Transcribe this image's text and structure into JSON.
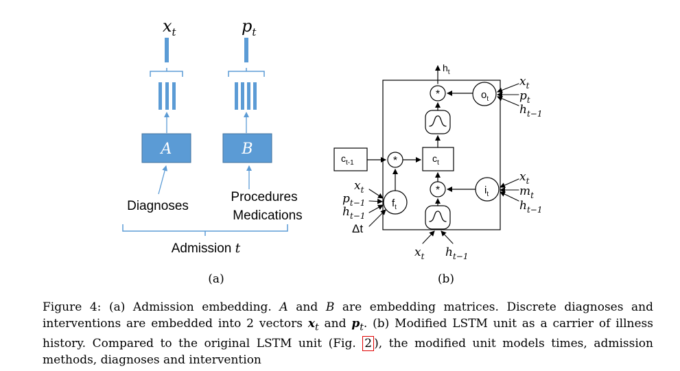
{
  "panel_a": {
    "out_left": "x",
    "out_left_sub": "t",
    "out_right": "p",
    "out_right_sub": "t",
    "matrix_a": "A",
    "matrix_b": "B",
    "input_left": "Diagnoses",
    "input_right_1": "Procedures",
    "input_right_2": "Medications",
    "admission_label": "Admission ",
    "admission_var": "t",
    "sublabel": "(a)"
  },
  "panel_b": {
    "h_out": "h",
    "h_out_sub": "t",
    "o_gate": "o",
    "o_gate_sub": "t",
    "c_prev": "c",
    "c_prev_sub": "t-1",
    "c_cell": "c",
    "c_cell_sub": "t",
    "f_gate": "f",
    "f_gate_sub": "t",
    "i_gate": "i",
    "i_gate_sub": "t",
    "mult": "*",
    "o_inputs": [
      {
        "v": "x",
        "s": "t"
      },
      {
        "v": "p",
        "s": "t"
      },
      {
        "v": "h",
        "s": "t−1"
      }
    ],
    "i_inputs": [
      {
        "v": "x",
        "s": "t"
      },
      {
        "v": "m",
        "s": "t"
      },
      {
        "v": "h",
        "s": "t−1"
      }
    ],
    "f_inputs": [
      {
        "v": "x",
        "s": "t"
      },
      {
        "v": "p",
        "s": "t−1"
      },
      {
        "v": "h",
        "s": "t−1"
      },
      {
        "v": "Δt",
        "s": ""
      }
    ],
    "bottom_inputs": [
      {
        "v": "x",
        "s": "t"
      },
      {
        "v": "h",
        "s": "t−1"
      }
    ],
    "sublabel": "(b)"
  },
  "caption": {
    "part1": "Figure 4: (a) Admission embedding. ",
    "A": "A",
    "part2": " and ",
    "B": "B",
    "part3": " are embedding matrices. Discrete diagnoses and interventions are embedded into 2 vectors ",
    "x": "x",
    "x_sub": "t",
    "part4": " and ",
    "p": "p",
    "p_sub": "t",
    "part5": ". (b) Modified LSTM unit as a carrier of illness history. Compared to the original LSTM unit (Fig. ",
    "ref": "2",
    "part6": "), the modified unit models times, admission methods, diagnoses and intervention"
  },
  "colors": {
    "box_fill": "#5b9bd5",
    "box_stroke": "#41719c",
    "arrow_blue": "#5b9bd5",
    "ref_box": "#e00000"
  }
}
